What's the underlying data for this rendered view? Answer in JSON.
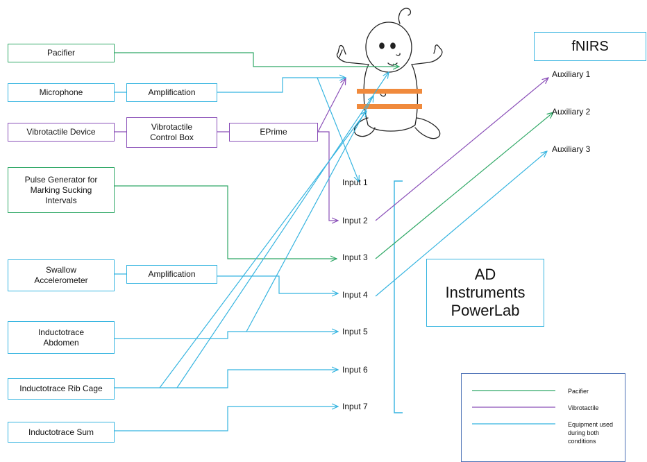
{
  "sources": {
    "pacifier": "Pacifier",
    "microphone": "Microphone",
    "vibrotactile_device": "Vibrotactile Device",
    "pulse_generator": "Pulse Generator for Marking Sucking Intervals",
    "swallow": "Swallow Accelerometer",
    "abdomen": "Inductotrace Abdomen",
    "ribcage": "Inductotrace Rib Cage",
    "sum": "Inductotrace Sum"
  },
  "processing": {
    "amp_mic": "Amplification",
    "amp_swallow": "Amplification",
    "control_box": "Vibrotactile Control Box",
    "eprime": "EPrime"
  },
  "powerlab": {
    "title": "AD Instruments PowerLab",
    "inputs": [
      "Input 1",
      "Input 2",
      "Input 3",
      "Input 4",
      "Input 5",
      "Input 6",
      "Input 7"
    ]
  },
  "fnirs": {
    "title": "fNIRS",
    "aux": [
      "Auxiliary 1",
      "Auxiliary 2",
      "Auxiliary 3"
    ]
  },
  "legend": {
    "pacifier": "Pacifier",
    "vibrotactile": "Vibrotactile",
    "both": "Equipment used during both conditions"
  },
  "colors": {
    "pacifier": "#2fa866",
    "vibrotactile": "#8a4fb8",
    "both": "#35b4e0",
    "belt": "#f08a3c"
  }
}
